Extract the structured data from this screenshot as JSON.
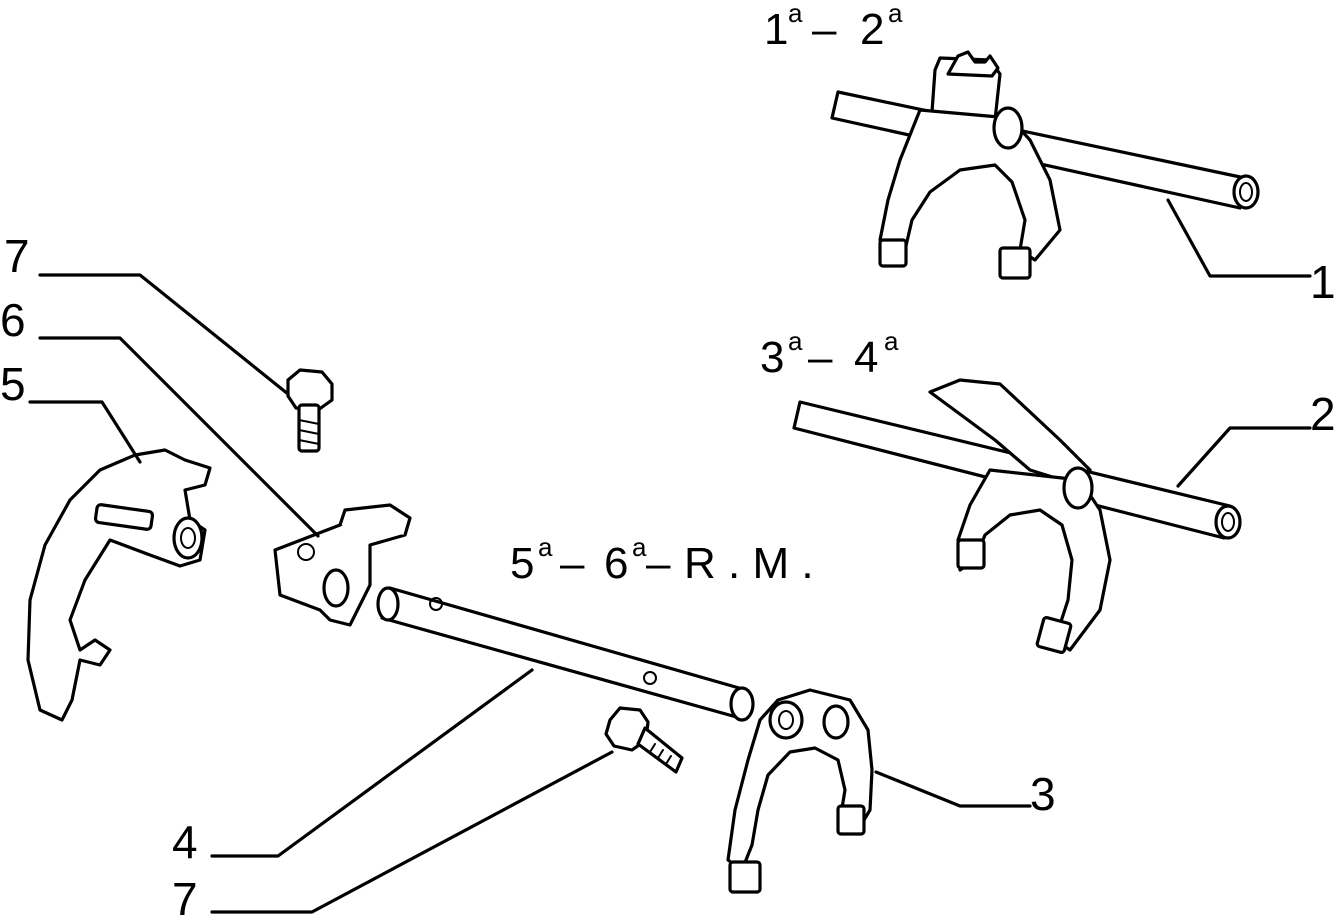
{
  "callouts": {
    "c1": "1",
    "c2": "2",
    "c3": "3",
    "c4": "4",
    "c5": "5",
    "c6": "6",
    "c7_top": "7",
    "c7_bottom": "7"
  },
  "gear_labels": {
    "g12": {
      "first": "1",
      "first_sup": "a",
      "dash": "–",
      "second": "2",
      "second_sup": "a"
    },
    "g34": {
      "first": "3",
      "first_sup": "a",
      "dash": "–",
      "second": "4",
      "second_sup": "a"
    },
    "g56": {
      "first": "5",
      "first_sup": "a",
      "dash": "–",
      "second": "6",
      "second_sup": "a",
      "dash2": "–",
      "suffix": "R . M ."
    }
  },
  "colors": {
    "ink": "#000000",
    "paper": "#ffffff"
  }
}
